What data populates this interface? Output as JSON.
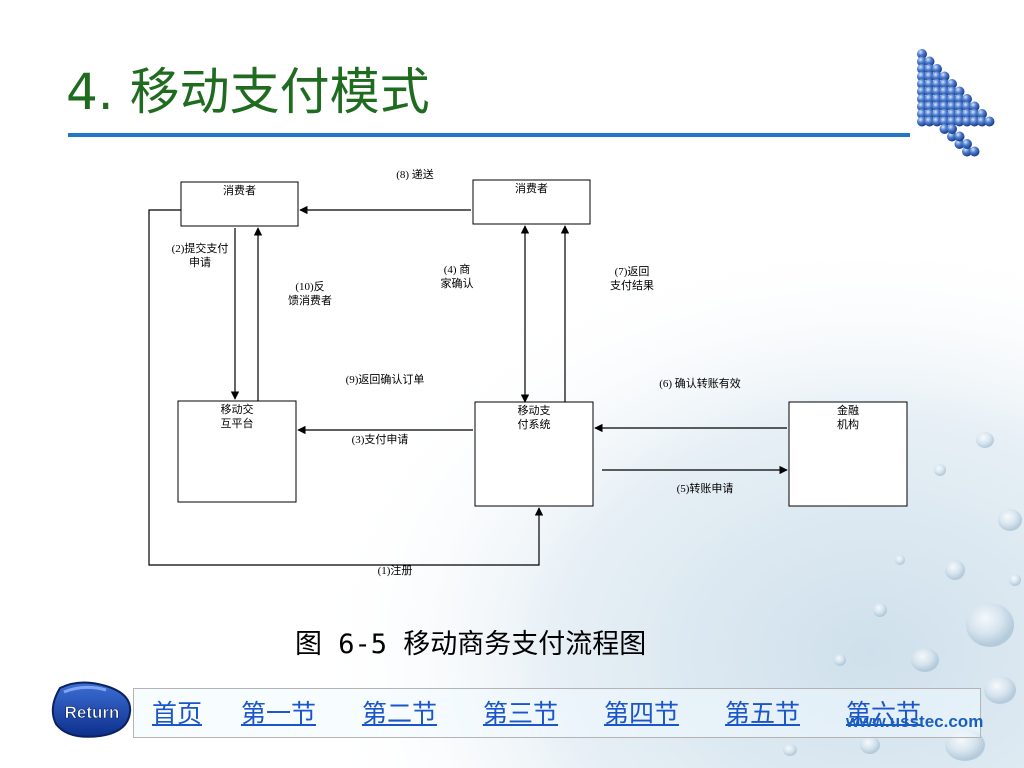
{
  "slide": {
    "title": "4. 移动支付模式",
    "caption": "图 6-5 移动商务支付流程图"
  },
  "diagram": {
    "boxes": {
      "consumer_left": "消费者",
      "consumer_right": "消费者",
      "mobile_platform": "移动交\n互平台",
      "payment_system": "移动支\n付系统",
      "financial_institution": "金融\n机构"
    },
    "labels": {
      "step1": "(1)注册",
      "step2": "(2)提交支付\n申请",
      "step3": "(3)支付申请",
      "step4": "(4) 商\n家确认",
      "step5": "(5)转账申请",
      "step6": "(6) 确认转账有效",
      "step7": "(7)返回\n支付结果",
      "step8": "(8) 递送",
      "step9": "(9)返回确认订单",
      "step10": "(10)反\n馈消费者"
    }
  },
  "navigation": {
    "return_label": "Return",
    "links": [
      "首页",
      "第一节",
      "第二节",
      "第三节",
      "第四节",
      "第五节",
      "第六节"
    ],
    "site": "www.usstec.com"
  },
  "colors": {
    "title": "#1f6b1f",
    "rule": "#1f79c9",
    "link": "#1a56c9"
  }
}
